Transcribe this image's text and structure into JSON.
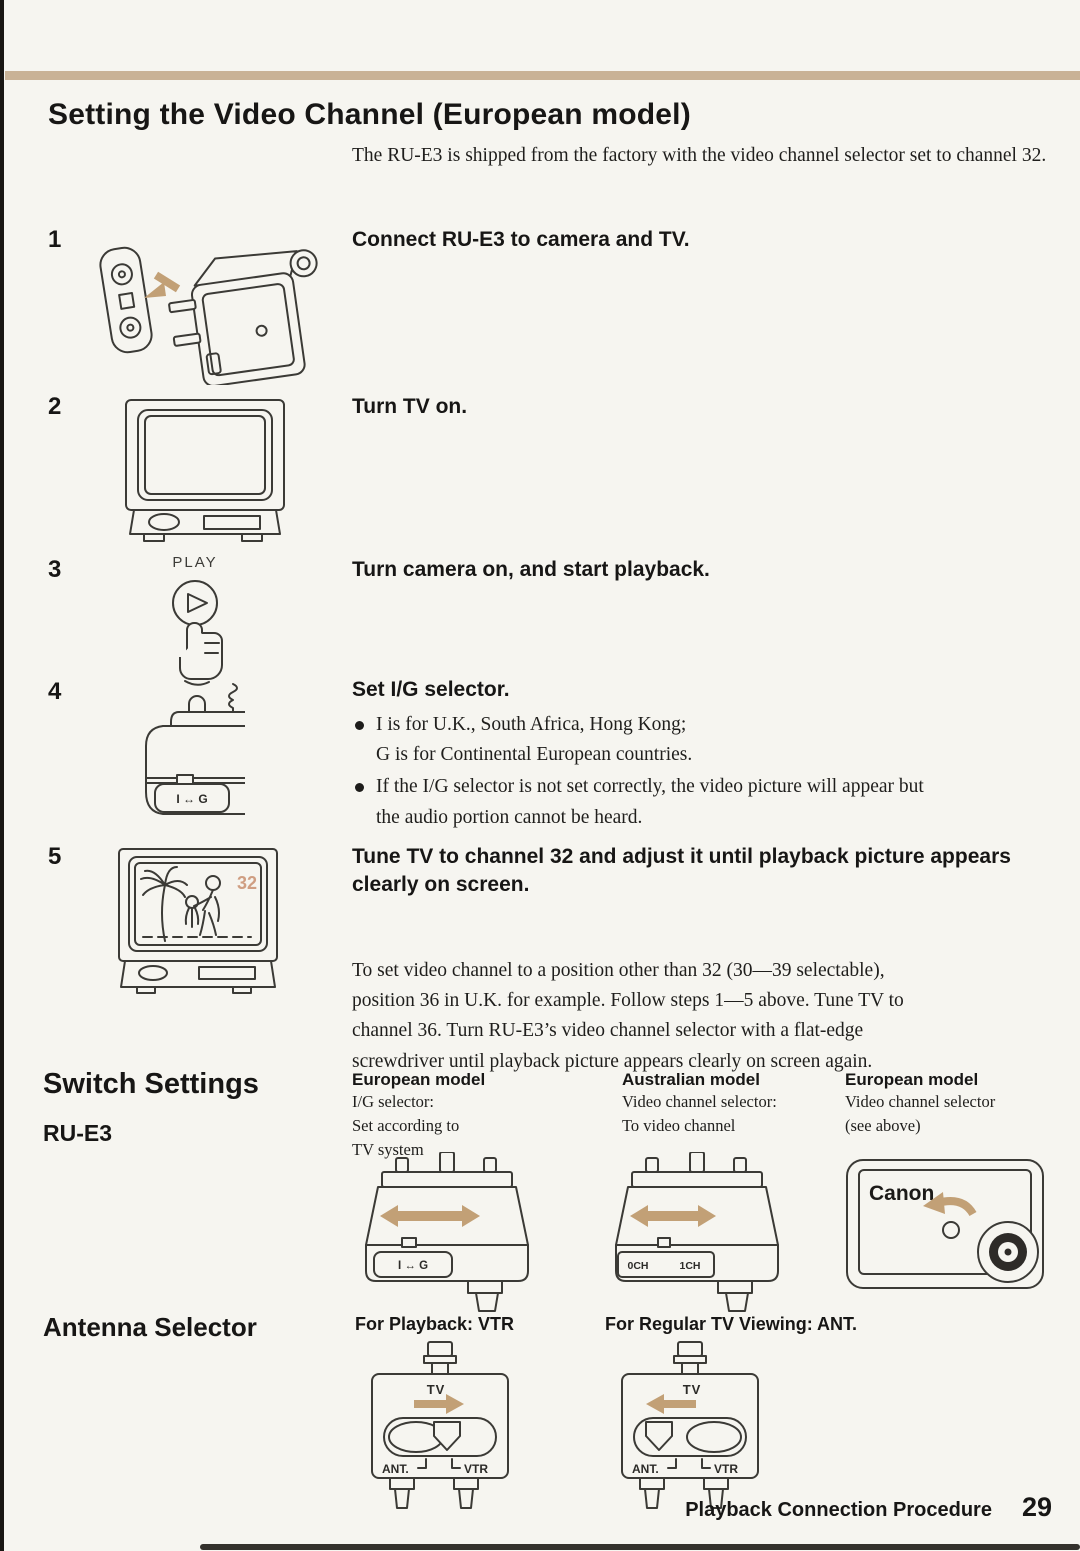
{
  "page": {
    "title": "Setting the Video Channel (European model)",
    "intro": "The RU-E3 is shipped from the factory with the video channel selector set to channel 32.",
    "footer_label": "Playback Connection Procedure",
    "footer_page": "29"
  },
  "steps": {
    "s1": {
      "num": "1",
      "heading": "Connect RU-E3 to camera and TV."
    },
    "s2": {
      "num": "2",
      "heading": "Turn TV on."
    },
    "s3": {
      "num": "3",
      "heading": "Turn camera on, and start playback.",
      "play_label": "PLAY"
    },
    "s4": {
      "num": "4",
      "heading": "Set I/G selector.",
      "bullet1_line1": "I is for U.K., South Africa, Hong Kong;",
      "bullet1_line2": "G is for Continental European countries.",
      "bullet2_line1": "If the I/G selector is not set correctly, the video picture will appear but",
      "bullet2_line2": "the audio portion cannot be heard.",
      "switch_label": "I ↔ G"
    },
    "s5": {
      "num": "5",
      "heading": "Tune TV to channel 32 and adjust it until playback picture appears clearly on screen.",
      "channel_badge": "32"
    }
  },
  "note": {
    "line1": "To set video channel to a position other than 32 (30—39 selectable),",
    "line2": "position 36 in U.K. for example. Follow steps 1—5 above. Tune TV to",
    "line3": "channel 36. Turn RU-E3’s video channel selector with a flat-edge",
    "line4": "screwdriver until playback picture appears clearly on screen again."
  },
  "switch_settings": {
    "heading": "Switch Settings",
    "model": "RU-E3",
    "col1": {
      "title": "European model",
      "line1": "I/G selector:",
      "line2": "Set according to",
      "line3": "TV system",
      "switch_label": "I ↔ G"
    },
    "col2": {
      "title": "Australian model",
      "line1": "Video channel selector:",
      "line2": "To video channel",
      "label_left": "0CH",
      "label_right": "1CH"
    },
    "col3": {
      "title": "European model",
      "line1": "Video channel selector",
      "line2": "(see above)",
      "logo": "Canon"
    }
  },
  "antenna": {
    "heading": "Antenna Selector",
    "playback": {
      "caption": "For Playback: VTR",
      "top_label": "TV",
      "left_label": "ANT.",
      "right_label": "VTR"
    },
    "viewing": {
      "caption": "For Regular TV Viewing: ANT.",
      "top_label": "TV",
      "left_label": "ANT.",
      "right_label": "VTR"
    }
  },
  "colors": {
    "accent_tan": "#c2a076",
    "rule_tan": "#c9b296",
    "channel_badge": "#cf9e82"
  }
}
